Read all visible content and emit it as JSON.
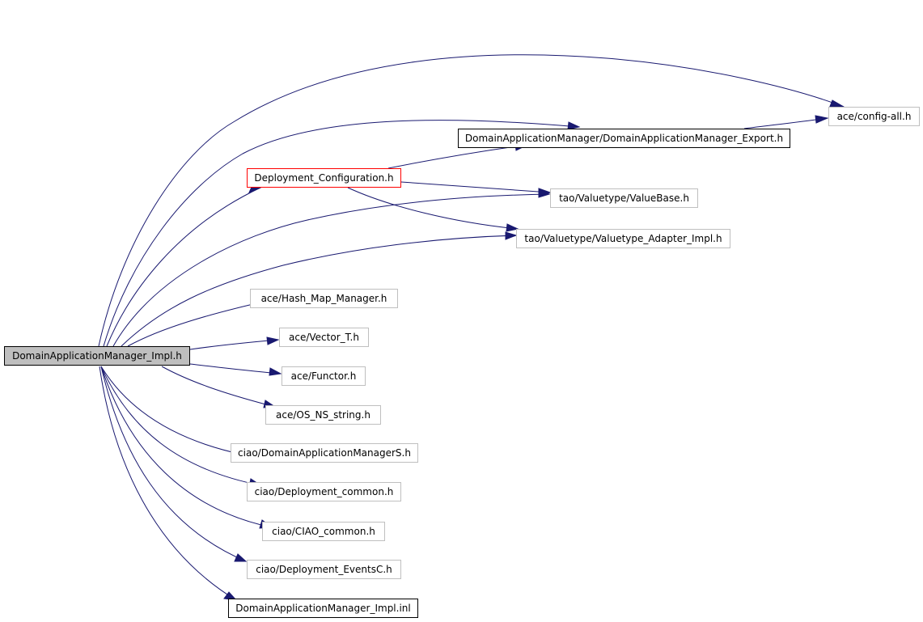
{
  "colors": {
    "edge": "#191970",
    "node_border": "#bfbfbf",
    "root_fill": "#bfbfbf",
    "highlight_border": "#000000",
    "red_border": "#ff0000"
  },
  "nodes": {
    "root": "DomainApplicationManager_Impl.h",
    "config_all": "ace/config-all.h",
    "dam_export": "DomainApplicationManager/DomainApplicationManager_Export.h",
    "deployment_configuration": "Deployment_Configuration.h",
    "valuebase": "tao/Valuetype/ValueBase.h",
    "valuetype_adapter_impl": "tao/Valuetype/Valuetype_Adapter_Impl.h",
    "hash_map_manager": "ace/Hash_Map_Manager.h",
    "vector_t": "ace/Vector_T.h",
    "functor": "ace/Functor.h",
    "os_ns_string": "ace/OS_NS_string.h",
    "damS": "ciao/DomainApplicationManagerS.h",
    "deployment_common": "ciao/Deployment_common.h",
    "ciao_common": "ciao/CIAO_common.h",
    "deployment_eventsC": "ciao/Deployment_EventsC.h",
    "impl_inl": "DomainApplicationManager_Impl.inl"
  }
}
